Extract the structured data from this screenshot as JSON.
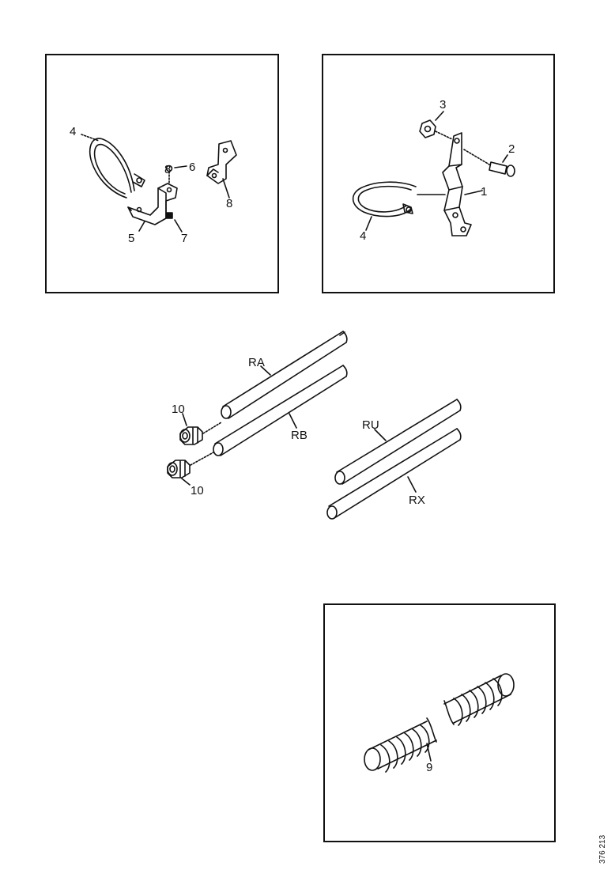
{
  "panel_top_left": {
    "callouts": [
      "4",
      "5",
      "6",
      "7",
      "8",
      "8"
    ]
  },
  "panel_top_right": {
    "callouts": [
      "1",
      "2",
      "3",
      "4"
    ]
  },
  "pipes": {
    "callouts": [
      "RA",
      "RB",
      "RU",
      "RX",
      "10",
      "10"
    ]
  },
  "panel_bottom_right": {
    "callouts": [
      "9"
    ]
  },
  "drawing_reference": "376 213"
}
